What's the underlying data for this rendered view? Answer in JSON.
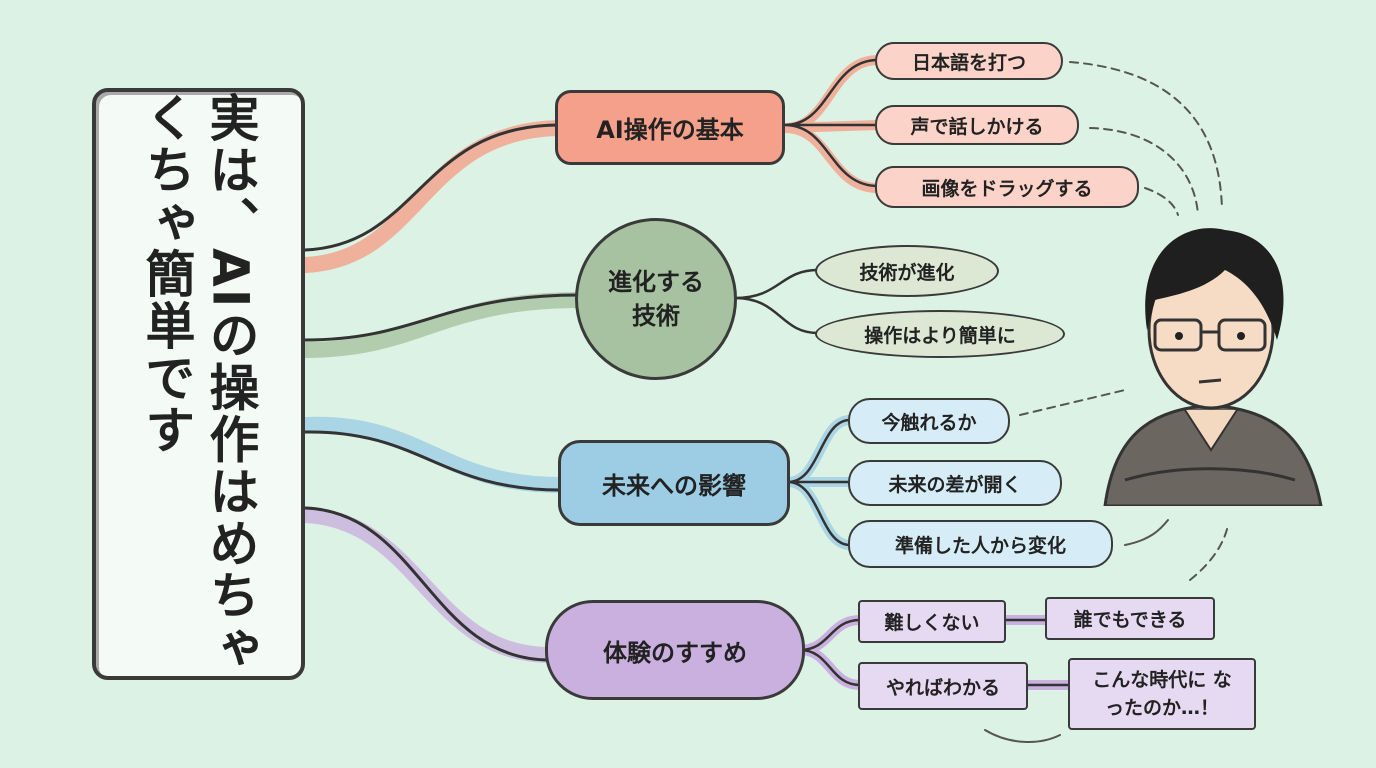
{
  "title": "実は、AIの操作はめちゃくちゃ簡単です",
  "branches": [
    {
      "label": "AI操作の基本",
      "color": "#f4a08a",
      "children": [
        "日本語を打つ",
        "声で話しかける",
        "画像をドラッグする"
      ]
    },
    {
      "label": "進化する技術",
      "color": "#a7c2a0",
      "children": [
        "技術が進化",
        "操作はより簡単に"
      ]
    },
    {
      "label": "未来への影響",
      "color": "#9dcde5",
      "children": [
        "今触れるか",
        "未来の差が開く",
        "準備した人から変化"
      ]
    },
    {
      "label": "体験のすすめ",
      "color": "#c9b0df",
      "children": [
        "難しくない",
        "やればわかる"
      ],
      "sub": [
        "誰でもできる",
        "こんな時代に なったのか…！"
      ]
    }
  ]
}
